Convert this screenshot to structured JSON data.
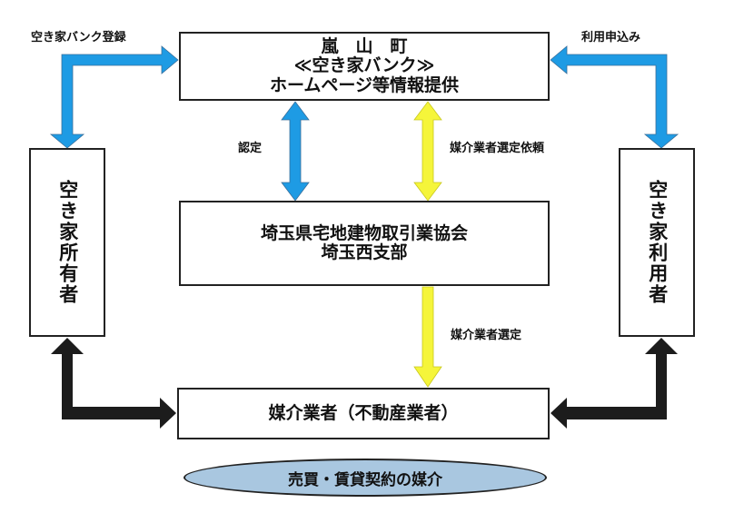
{
  "town": {
    "line1": "嵐　山　町",
    "line2": "≪空き家バンク≫",
    "line3": "ホームページ等情報提供"
  },
  "association": {
    "line1": "埼玉県宅地建物取引業協会",
    "line2": "埼玉西支部"
  },
  "broker": {
    "label": "媒介業者（不動産業者）"
  },
  "owner": {
    "label": "空き家所有者"
  },
  "user": {
    "label": "空き家利用者"
  },
  "ellipse": {
    "label": "売買・賃貸契約の媒介"
  },
  "edges": {
    "owner_register": "空き家バンク登録",
    "user_apply": "利用申込み",
    "certification": "認定",
    "selection_request": "媒介業者選定依頼",
    "selection": "媒介業者選定"
  },
  "colors": {
    "blue": "#1e9be4",
    "yellow": "#f5f53a",
    "black": "#1c1c1c",
    "ellipse_fill": "#a9c7e0"
  }
}
